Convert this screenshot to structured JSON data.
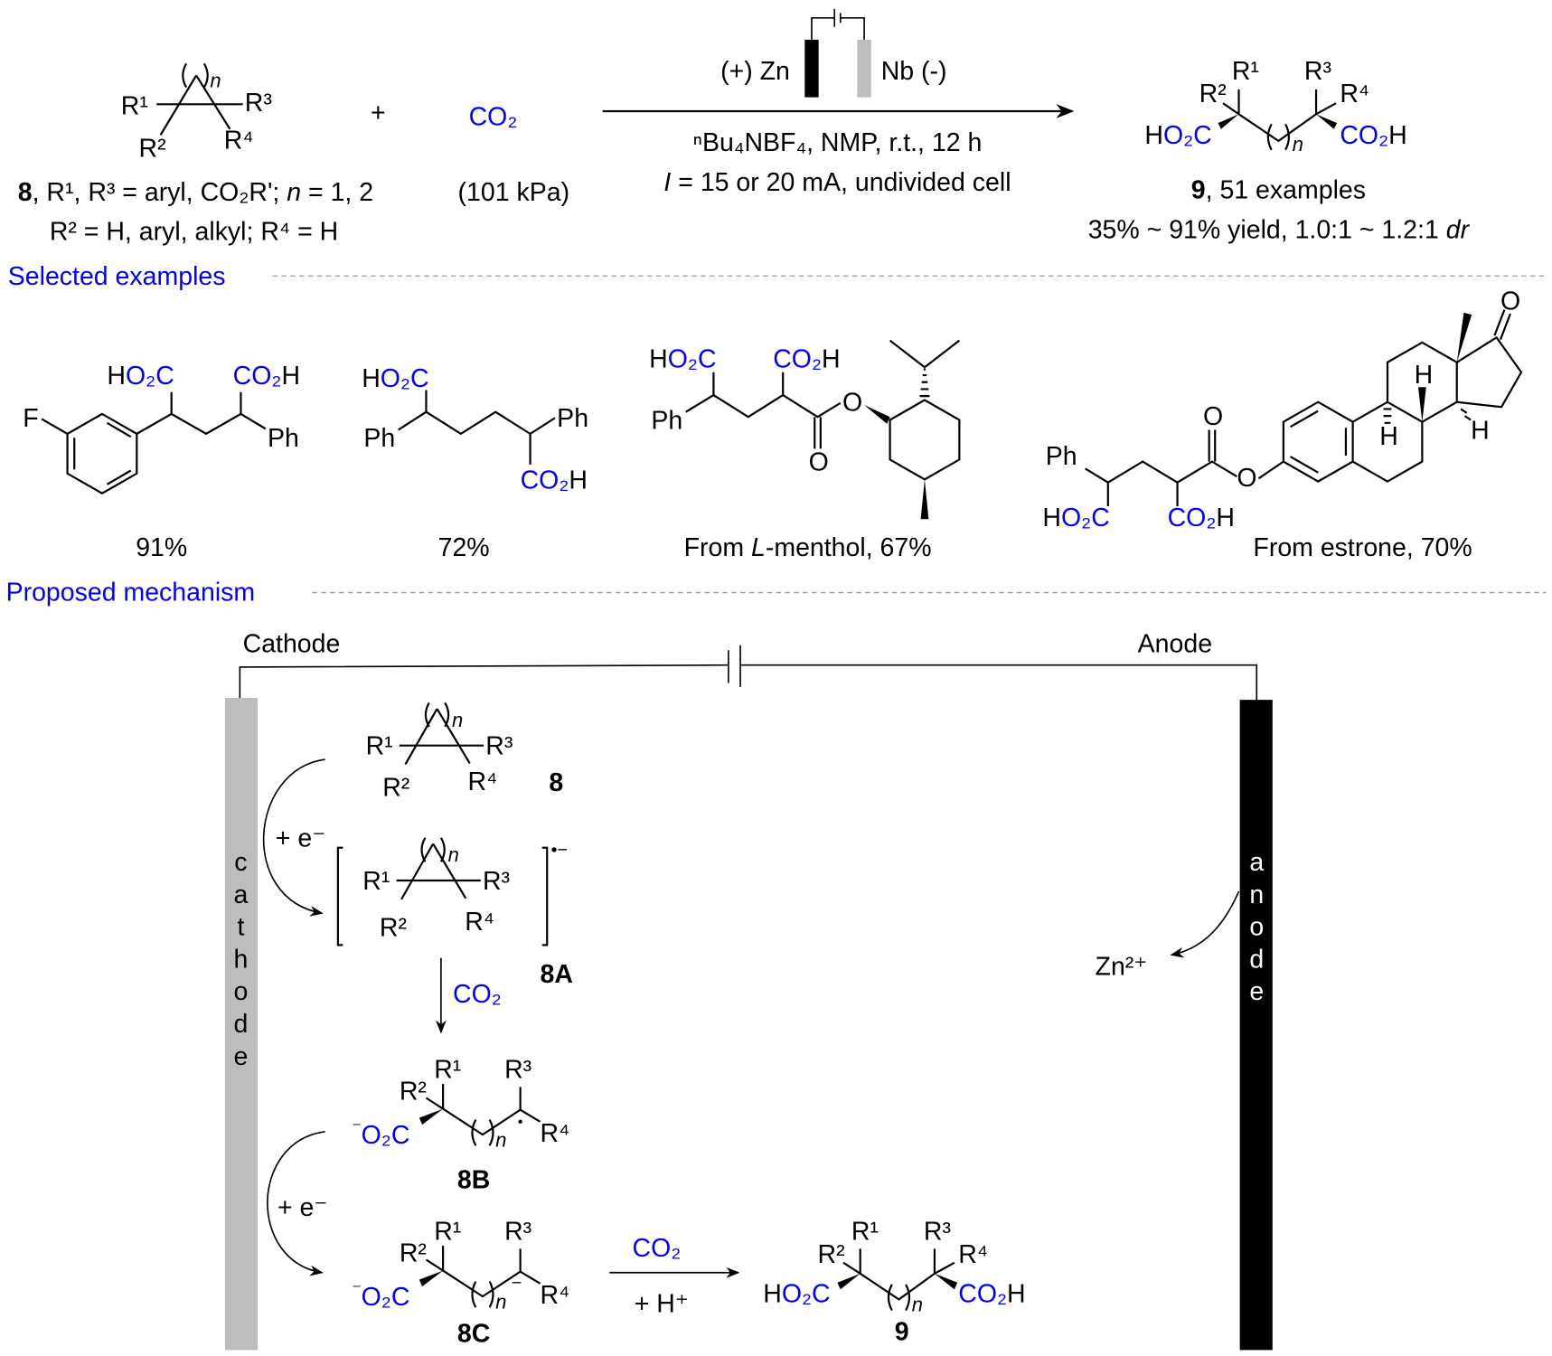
{
  "labels": {
    "r1": "R¹",
    "r2": "R²",
    "r3": "R³",
    "r4": "R⁴",
    "n": "n",
    "co2": "CO₂",
    "h": "H",
    "o2c": "O₂C",
    "charge_minus": "⁻",
    "plus": "+",
    "f": "F",
    "ph": "Ph",
    "o": "O",
    "anion": "−",
    "radical_anion": "•−"
  },
  "top": {
    "compound_8_desc_bold": "8",
    "compound_8_desc": ", R¹, R³ = aryl, CO₂R'; ",
    "compound_8_n": "n",
    "compound_8_n_rest": " = 1, 2",
    "compound_8_desc2": "R² = H, aryl, alkyl; R⁴ = H",
    "pressure": "(101 kPa)",
    "anode_label": "(+) Zn",
    "cathode_label": "Nb (-)",
    "conditions1": "ⁿBu₄NBF₄, NMP, r.t., 12 h",
    "conditions2_i": "I",
    "conditions2": " = 15 or 20 mA, undivided cell",
    "product_bold": "9",
    "product_desc": ", 51 examples",
    "yield_desc": "35% ~ 91% yield, 1.0:1 ~ 1.2:1 ",
    "yield_dr": "dr",
    "colors": {
      "accent": "#0000ff",
      "cathode": "#bdbdbd",
      "anode": "#000000"
    }
  },
  "sections": {
    "selected": "Selected examples",
    "mechanism": "Proposed mechanism"
  },
  "examples": [
    {
      "yield": "91%"
    },
    {
      "yield": "72%"
    },
    {
      "prefix": "From ",
      "italic": "L",
      "suffix": "-menthol, 67%"
    },
    {
      "caption": "From estrone, 70%"
    }
  ],
  "mechanism": {
    "cathode_title": "Cathode",
    "anode_title": "Anode",
    "cathode_letters": [
      "c",
      "a",
      "t",
      "h",
      "o",
      "d",
      "e"
    ],
    "anode_letters": [
      "a",
      "n",
      "o",
      "d",
      "e"
    ],
    "electron": "+ e⁻",
    "proton": "+ H⁺",
    "zn": "Zn²⁺",
    "c8": "8",
    "c8a": "8A",
    "c8b": "8B",
    "c8c": "8C",
    "c9": "9"
  }
}
